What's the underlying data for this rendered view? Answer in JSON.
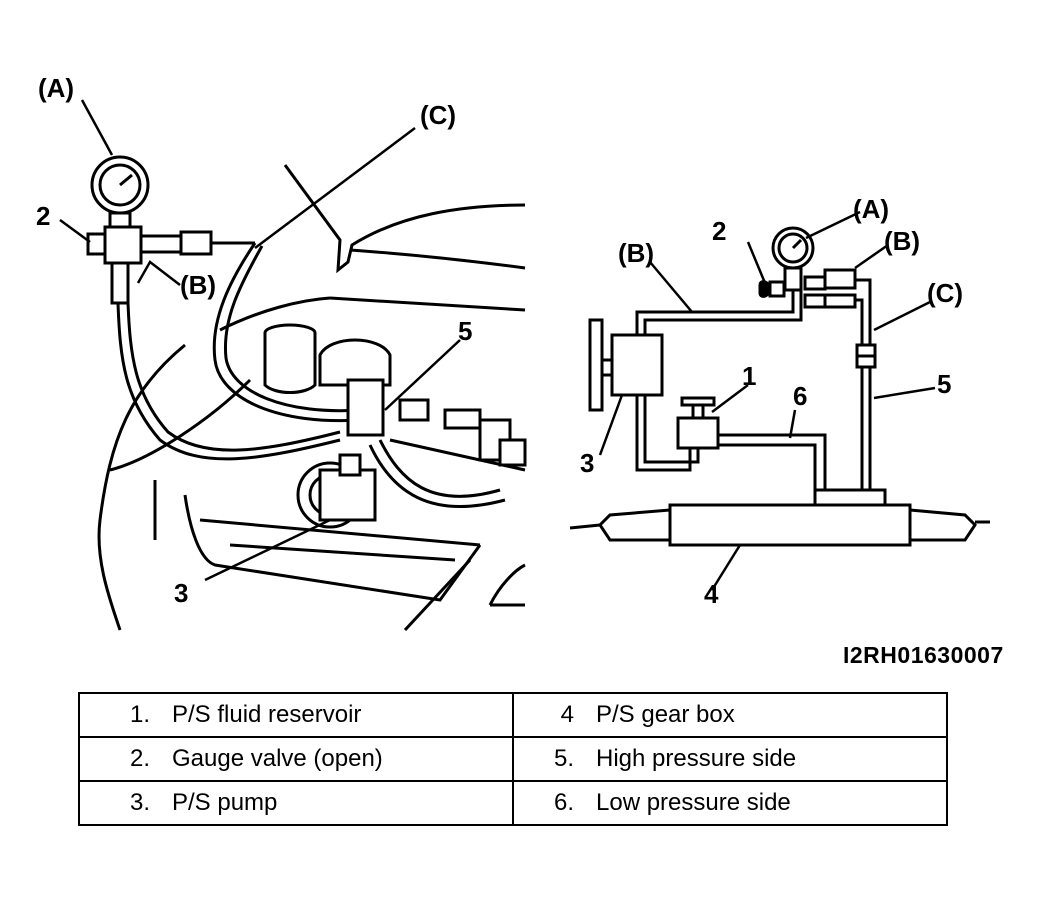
{
  "figure_id": "I2RH01630007",
  "left_callouts": {
    "a": "(A)",
    "b": "(B)",
    "c": "(C)",
    "n2": "2",
    "n3": "3",
    "n5": "5"
  },
  "right_callouts": {
    "a": "(A)",
    "b_left": "(B)",
    "b_right": "(B)",
    "c": "(C)",
    "n1": "1",
    "n2": "2",
    "n3": "3",
    "n4": "4",
    "n5": "5",
    "n6": "6"
  },
  "legend": [
    {
      "left_num": "1.",
      "left_text": "P/S fluid reservoir",
      "right_num": "4",
      "right_text": "P/S gear box"
    },
    {
      "left_num": "2.",
      "left_text": "Gauge valve (open)",
      "right_num": "5.",
      "right_text": "High pressure side"
    },
    {
      "left_num": "3.",
      "left_text": "P/S pump",
      "right_num": "6.",
      "right_text": "Low pressure side"
    }
  ]
}
